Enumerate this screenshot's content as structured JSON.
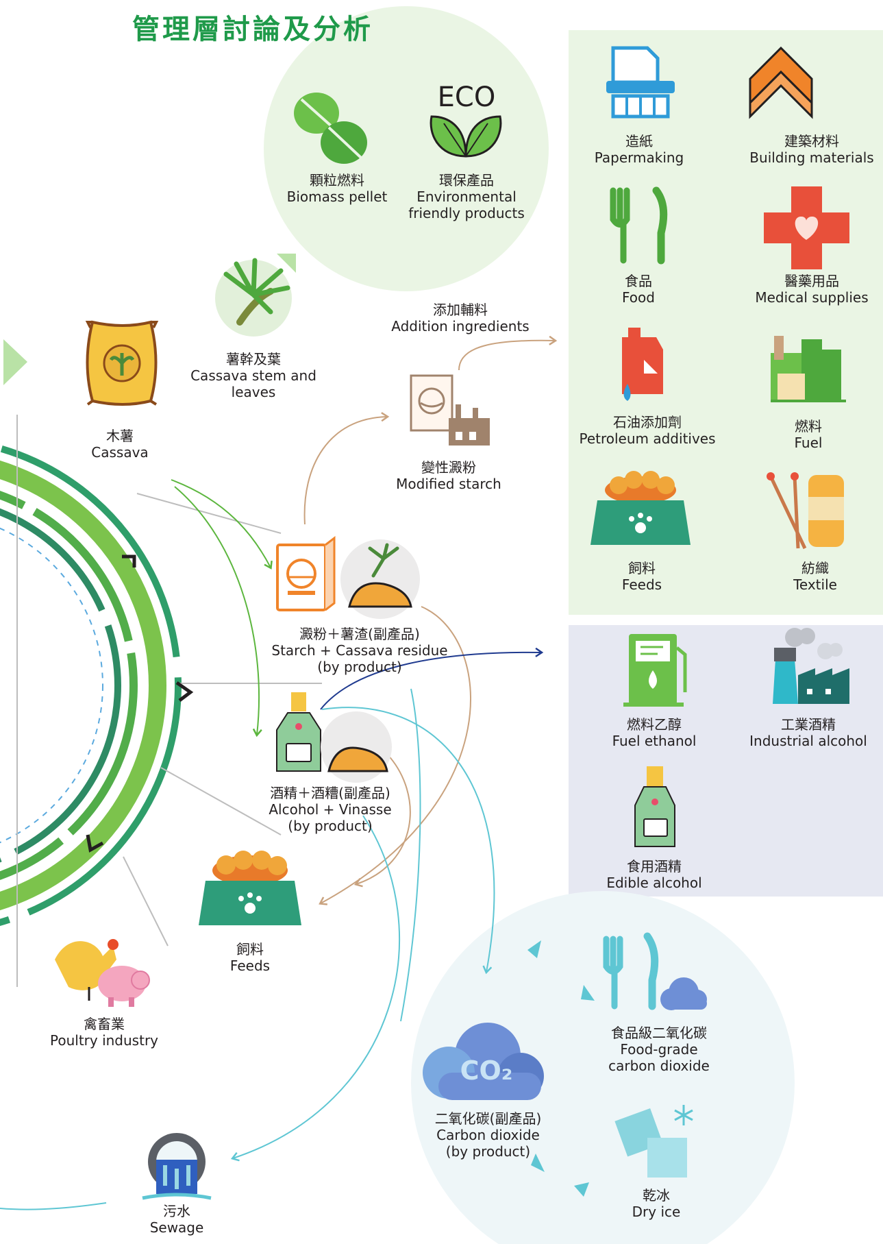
{
  "title": "管理層討論及分析",
  "colors": {
    "title": "#1f9a4a",
    "panel_green": "#eaf5e4",
    "panel_lavender": "#e6e8f2",
    "panel_light_blue": "#eef6f8",
    "arrow_brown": "#c9a27e",
    "arrow_cyan": "#5ec6d3",
    "arrow_navy": "#1f3a8f",
    "arrow_green": "#5cb63e"
  },
  "eco_circle": {
    "items": [
      {
        "icon": "pellet-icon",
        "zh": "顆粒燃料",
        "en": "Biomass pellet"
      },
      {
        "icon": "eco-leaves-icon",
        "eco_text": "ECO",
        "zh": "環保產品",
        "en1": "Environmental",
        "en2": "friendly products"
      }
    ]
  },
  "raw": {
    "stem": {
      "icon": "cassava-leaf-icon",
      "zh": "薯幹及葉",
      "en1": "Cassava stem and",
      "en2": "leaves"
    },
    "cassava": {
      "icon": "cassava-sack-icon",
      "zh": "木薯",
      "en": "Cassava"
    }
  },
  "process": {
    "additives": {
      "zh": "添加輔料",
      "en": "Addition ingredients"
    },
    "modified_starch": {
      "icon": "starch-factory-icon",
      "zh": "變性澱粉",
      "en": "Modified starch"
    },
    "starch": {
      "icon": "starch-box-icon",
      "zh": "澱粉＋薯渣(副產品)",
      "en1": "Starch + Cassava residue",
      "en2": "(by product)"
    },
    "alcohol": {
      "icon": "bottle-icon",
      "zh": "酒精＋酒糟(副產品)",
      "en1": "Alcohol + Vinasse",
      "en2": "(by product)"
    },
    "feeds": {
      "icon": "pet-bowl-icon",
      "zh": "飼料",
      "en": "Feeds"
    },
    "poultry": {
      "icon": "rooster-pig-icon",
      "zh": "禽畜業",
      "en": "Poultry industry"
    },
    "sewage": {
      "icon": "sewage-pipe-icon",
      "zh": "污水",
      "en": "Sewage"
    }
  },
  "green_panel": {
    "items": [
      {
        "icon": "paper-shredder-icon",
        "zh": "造紙",
        "en": "Papermaking"
      },
      {
        "icon": "timber-icon",
        "zh": "建築材料",
        "en": "Building materials"
      },
      {
        "icon": "fork-knife-icon",
        "zh": "食品",
        "en": "Food"
      },
      {
        "icon": "medical-cross-icon",
        "zh": "醫藥用品",
        "en": "Medical supplies"
      },
      {
        "icon": "oil-can-icon",
        "zh": "石油添加劑",
        "en": "Petroleum additives"
      },
      {
        "icon": "refinery-icon",
        "zh": "燃料",
        "en": "Fuel"
      },
      {
        "icon": "pet-bowl-icon",
        "zh": "飼料",
        "en": "Feeds"
      },
      {
        "icon": "yarn-icon",
        "zh": "紡織",
        "en": "Textile"
      }
    ]
  },
  "lavender_panel": {
    "items": [
      {
        "icon": "fuel-pump-icon",
        "zh": "燃料乙醇",
        "en": "Fuel ethanol"
      },
      {
        "icon": "factory-icon",
        "zh": "工業酒精",
        "en": "Industrial alcohol"
      },
      {
        "icon": "bottle-icon",
        "zh": "食用酒精",
        "en": "Edible alcohol"
      }
    ]
  },
  "co2_circle": {
    "co2": {
      "icon": "co2-cloud-icon",
      "symbol": "CO₂",
      "zh": "二氧化碳(副產品)",
      "en1": "Carbon dioxide",
      "en2": "(by product)"
    },
    "food_grade": {
      "icon": "fork-knife-co2-icon",
      "zh": "食品級二氧化碳",
      "en1": "Food-grade",
      "en2": "carbon dioxide"
    },
    "dry_ice": {
      "icon": "ice-cubes-icon",
      "zh": "乾冰",
      "en": "Dry ice"
    }
  }
}
